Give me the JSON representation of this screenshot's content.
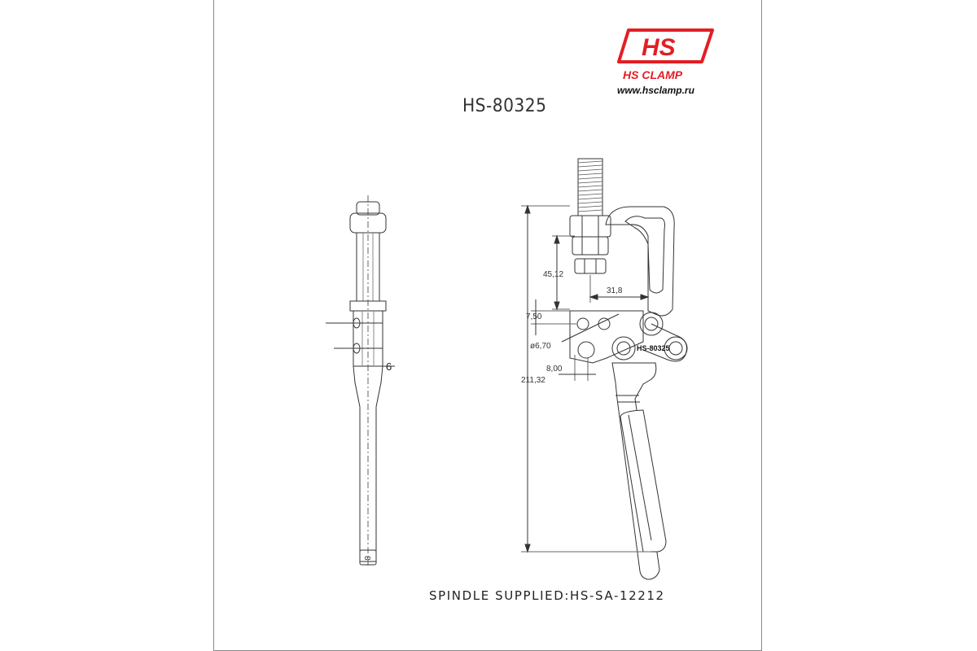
{
  "title": "HS-80325",
  "footer": "SPINDLE SUPPLIED:HS-SA-12212",
  "logo": {
    "badge": "HS",
    "name": "HS CLAMP",
    "url": "www.hsclamp.ru",
    "color": "#e31e24"
  },
  "part_marking": "HS-80325",
  "dimensions": {
    "height_total": "211,32",
    "spindle_height": "45,12",
    "spindle_offset": "31,8",
    "hole_offset_v": "7,50",
    "hole_diameter": "ø6,70",
    "hole_offset_h": "8,00",
    "side_width": "6",
    "side_bottom": "8"
  }
}
